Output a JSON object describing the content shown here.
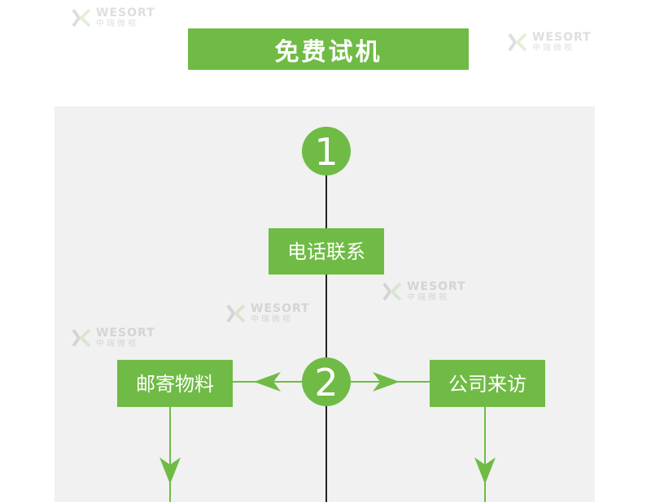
{
  "title": "免费试机",
  "colors": {
    "accent": "#6fbb45",
    "panel": "#f1f1f1",
    "line": "#222222",
    "text_on_accent": "#ffffff"
  },
  "watermark": {
    "brand": "WESORT",
    "cn": "中瑞微视"
  },
  "steps": [
    {
      "number": "1"
    },
    {
      "number": "2"
    }
  ],
  "nodes": {
    "phone": "电话联系",
    "mail": "邮寄物料",
    "visit": "公司来访"
  }
}
